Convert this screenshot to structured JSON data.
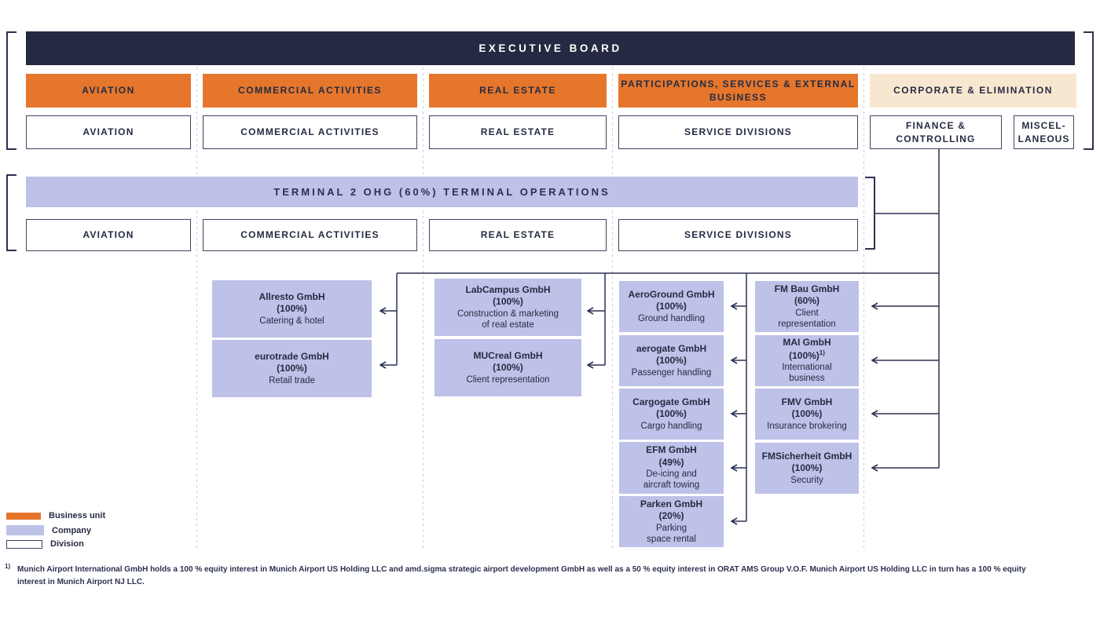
{
  "executive_board": {
    "label": "EXECUTIVE BOARD"
  },
  "business_units": [
    {
      "label": "AVIATION"
    },
    {
      "label": "COMMERCIAL ACTIVITIES"
    },
    {
      "label": "REAL ESTATE"
    },
    {
      "label": "PARTICIPATIONS, SERVICES & EXTERNAL BUSINESS"
    },
    {
      "label": "CORPORATE & ELIMINATION"
    }
  ],
  "divisions_top": [
    {
      "label": "AVIATION"
    },
    {
      "label": "COMMERCIAL ACTIVITIES"
    },
    {
      "label": "REAL ESTATE"
    },
    {
      "label": "SERVICE DIVISIONS"
    },
    {
      "label": "FINANCE & CONTROLLING"
    },
    {
      "label": "MISCEL-\nLANEOUS"
    }
  ],
  "terminal2": {
    "label": "TERMINAL 2 OHG (60%) TERMINAL OPERATIONS"
  },
  "divisions_terminal": [
    {
      "label": "AVIATION"
    },
    {
      "label": "COMMERCIAL ACTIVITIES"
    },
    {
      "label": "REAL ESTATE"
    },
    {
      "label": "SERVICE DIVISIONS"
    }
  ],
  "companies": [
    {
      "name": "Allresto GmbH",
      "share": "(100%)",
      "desc": "Catering & hotel"
    },
    {
      "name": "eurotrade GmbH",
      "share": "(100%)",
      "desc": "Retail trade"
    },
    {
      "name": "LabCampus GmbH",
      "share": "(100%)",
      "desc": "Construction & marketing\nof real estate"
    },
    {
      "name": "MUCreal GmbH",
      "share": "(100%)",
      "desc": "Client representation"
    },
    {
      "name": "AeroGround GmbH",
      "share": "(100%)",
      "desc": "Ground handling"
    },
    {
      "name": "aerogate GmbH",
      "share": "(100%)",
      "desc": "Passenger handling"
    },
    {
      "name": "Cargogate GmbH",
      "share": "(100%)",
      "desc": "Cargo handling"
    },
    {
      "name": "EFM GmbH",
      "share": "(49%)",
      "desc": "De-icing and\naircraft towing"
    },
    {
      "name": "Parken GmbH",
      "share": "(20%)",
      "desc": "Parking\nspace rental"
    },
    {
      "name": "FM Bau GmbH",
      "share": "(60%)",
      "desc": "Client\nrepresentation"
    },
    {
      "name": "MAI GmbH",
      "share": "(100%)",
      "share_sup": "1)",
      "desc": "International\nbusiness"
    },
    {
      "name": "FMV GmbH",
      "share": "(100%)",
      "desc": "Insurance brokering"
    },
    {
      "name": "FMSicherheit GmbH",
      "share": "(100%)",
      "desc": "Security"
    }
  ],
  "legend": [
    {
      "label": "Business unit"
    },
    {
      "label": "Company"
    },
    {
      "label": "Division"
    }
  ],
  "footnote": {
    "marker": "1)",
    "text": "Munich Airport International GmbH holds a 100 % equity interest in Munich Airport US Holding LLC and amd.sigma strategic airport development GmbH as well as a 50 % equity interest in ORAT AMS Group V.O.F. Munich Airport US Holding LLC in turn has a 100 % equity interest in Munich Airport NJ LLC."
  },
  "colors": {
    "navy": "#252a42",
    "orange": "#e5762c",
    "lavender": "#bec1e8",
    "cream": "#f8e7d0",
    "line": "#2b3152"
  }
}
